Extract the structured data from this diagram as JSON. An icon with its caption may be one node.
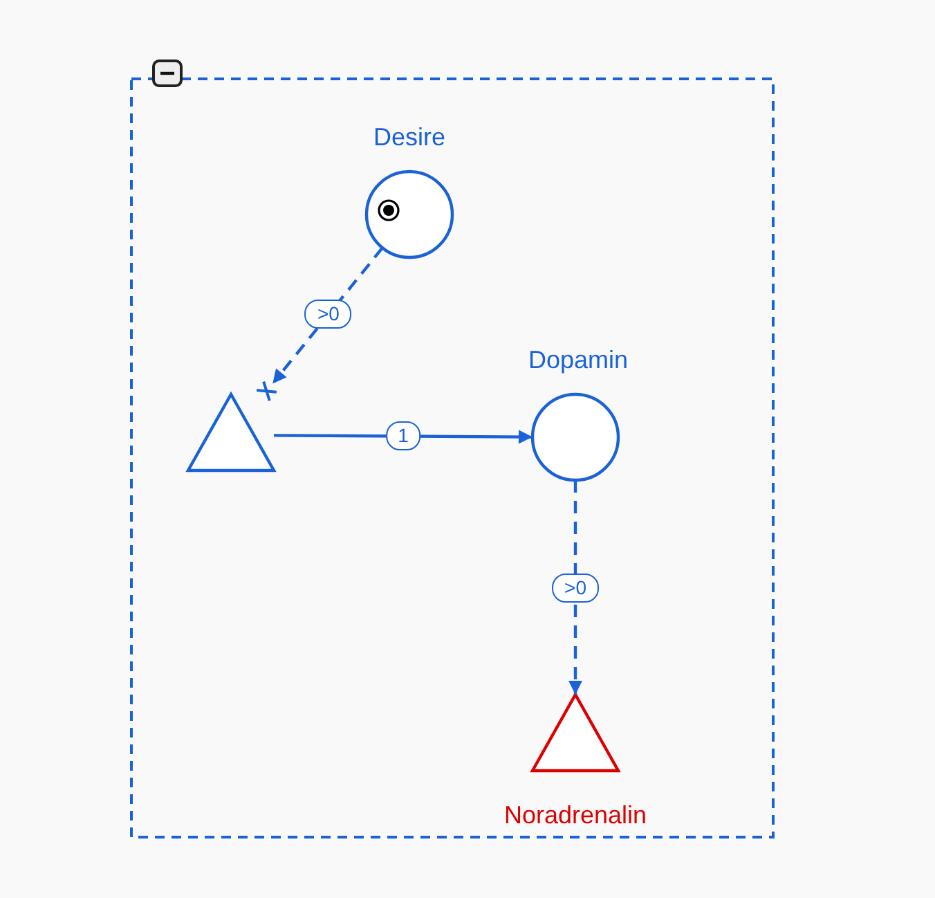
{
  "diagram": {
    "nodes": [
      {
        "text": [],
        "shape": "box"
      },
      {
        "text": [
          "Desire"
        ],
        "in": 0
      },
      {
        "text": [],
        "shape": "triangle",
        "in": 0
      },
      {
        "text": [
          "Dopamin"
        ],
        "in": 0
      },
      {
        "text": [
          "Noradrenalin"
        ],
        "in": 0
      }
    ],
    "edges": [
      {
        "from": 1,
        "to": 2,
        "arrow": "to",
        "label": ">0",
        "style": "dashed"
      },
      {
        "from": 2,
        "to": 3,
        "arrow": "to",
        "label": "1"
      },
      {
        "from": 3,
        "to": 4,
        "arrow": "to",
        "label": ">0",
        "style": "dashed"
      }
    ]
  }
}
